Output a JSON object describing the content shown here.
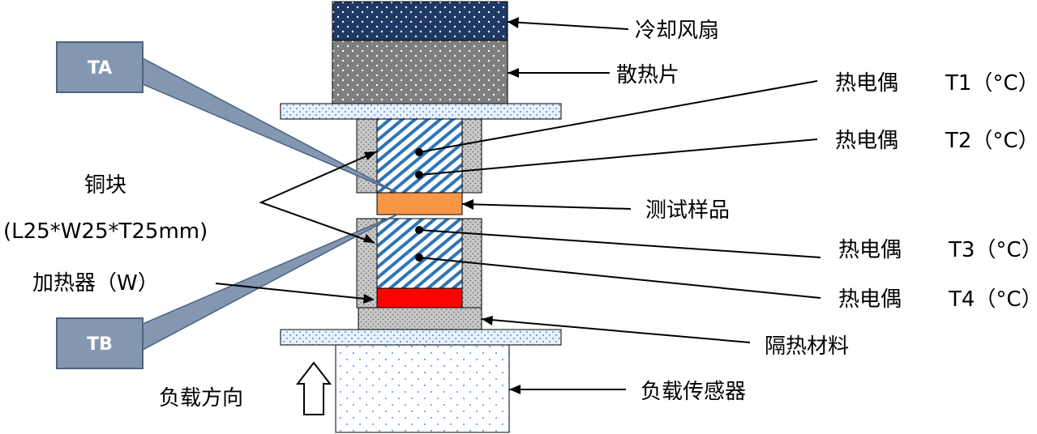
{
  "labels": {
    "fan": "冷却风扇",
    "heatsink": "散热片",
    "tc1": "热电偶",
    "tc1_unit": "T1（°C）",
    "tc2": "热电偶",
    "tc2_unit": "T2（°C）",
    "sample": "测试样品",
    "tc3": "热电偶",
    "tc3_unit": "T3（°C）",
    "tc4": "热电偶",
    "tc4_unit": "T4（°C）",
    "insulation": "隔热材料",
    "load_cell": "负载传感器",
    "copper_block": "铜块",
    "copper_dims": "(L25*W25*T25mm)",
    "heater": "加热器（W）",
    "load_direction": "负载方向"
  },
  "tags": {
    "ta": "TA",
    "tb": "TB"
  },
  "colors": {
    "fan": "#1f3864",
    "heatsink": "#7f7f7f",
    "copper": "#2e75b6",
    "sample": "#f79646",
    "heater": "#ff0000",
    "insulation": "#bfbfbf",
    "tag_fill": "#8497b0",
    "tag_border": "#4a6484"
  }
}
